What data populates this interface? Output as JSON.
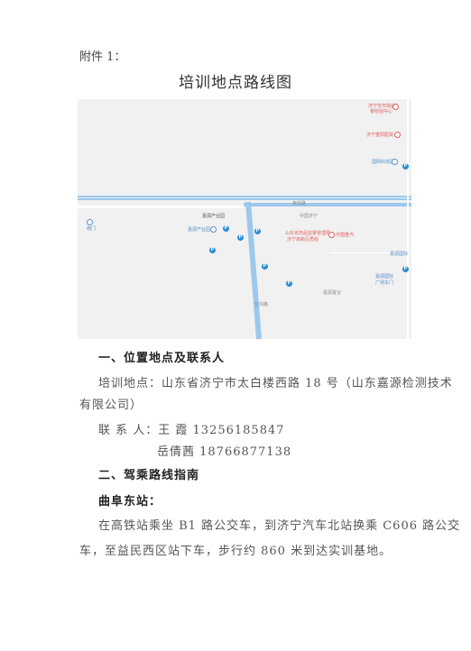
{
  "doc": {
    "annex": "附件 1：",
    "title": "培训地点路线图"
  },
  "map": {
    "labels": [
      {
        "text": "济宁市市场监",
        "cls": "red"
      },
      {
        "text": "督检验中心",
        "cls": "red"
      },
      {
        "text": "济宁重阳医院",
        "cls": "red"
      },
      {
        "text": "国网科技园",
        "cls": "blue"
      },
      {
        "text": "嘉源产业园",
        "cls": "dark"
      },
      {
        "text": "嘉源产业园",
        "cls": "blue"
      },
      {
        "text": "山东省药品监督管理局",
        "cls": "red"
      },
      {
        "text": "济宁高新区质检",
        "cls": "red"
      },
      {
        "text": "中国重汽",
        "cls": "red"
      },
      {
        "text": "中国济宁",
        "cls": "gray"
      },
      {
        "text": "奥体路",
        "cls": "gray"
      },
      {
        "text": "嘉源国际",
        "cls": "blue"
      },
      {
        "text": "广场东门",
        "cls": "blue"
      },
      {
        "text": "嘉源置业",
        "cls": "gray"
      },
      {
        "text": "长沟路",
        "cls": "gray"
      },
      {
        "text": "南门",
        "cls": "blue"
      }
    ]
  },
  "section1": {
    "heading": "一、位置地点及联系人",
    "address_line1": "培训地点：山东省济宁市太白楼西路 18 号（山东嘉源检测技术",
    "address_line2": "有限公司）",
    "contact_line1": "联 系 人：王   霞  13256185847",
    "contact_line2": "岳倩茜  18766877138"
  },
  "section2": {
    "heading": "二、驾乘路线指南",
    "station": "曲阜东站：",
    "route_line1": "在高铁站乘坐 B1 路公交车，到济宁汽车北站换乘 C606 路公交",
    "route_line2": "车，至益民西区站下车，步行约 860 米到达实训基地。"
  }
}
